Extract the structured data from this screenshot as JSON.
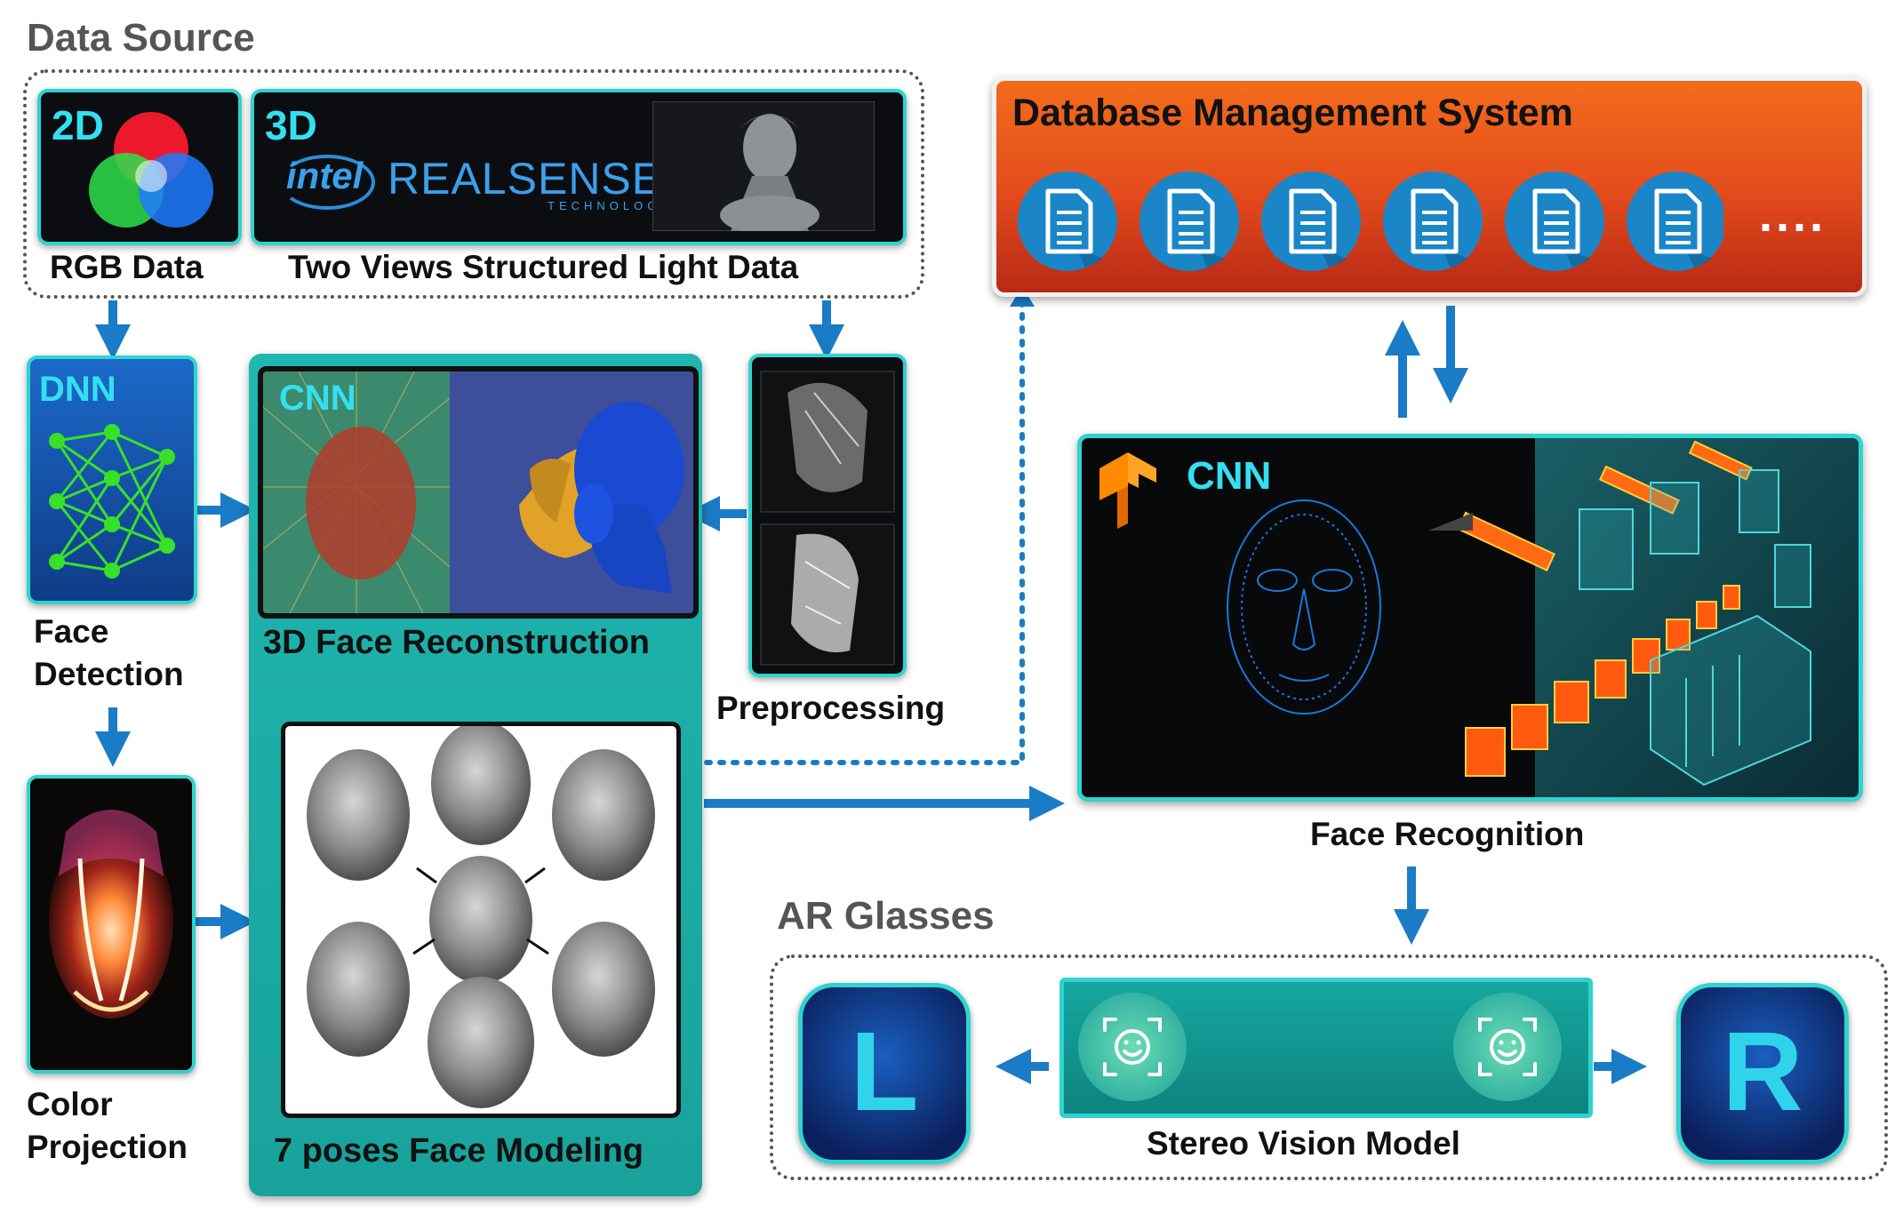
{
  "sections": {
    "data_source": "Data Source",
    "ar_glasses": "AR Glasses"
  },
  "data_source": {
    "tag_2d": "2D",
    "tag_3d": "3D",
    "intel_brand": "intel",
    "realsense_brand": "REALSENSE",
    "realsense_sub": "TECHNOLOGY",
    "rgb_label": "RGB Data",
    "structured_label": "Two Views Structured Light Data"
  },
  "dnn": {
    "tag": "DNN",
    "label_line1": "Face",
    "label_line2": "Detection"
  },
  "color_projection": {
    "label_line1": "Color",
    "label_line2": "Projection"
  },
  "reconstruction": {
    "tag": "CNN",
    "label": "3D Face Reconstruction"
  },
  "modeling": {
    "label": "7 poses Face Modeling"
  },
  "preprocessing": {
    "label": "Preprocessing"
  },
  "database": {
    "title": "Database Management System",
    "more": "....",
    "doc_count": 6
  },
  "recognition": {
    "tag": "CNN",
    "label": "Face Recognition"
  },
  "ar": {
    "left": "L",
    "right": "R",
    "stereo_label": "Stereo Vision Model"
  },
  "colors": {
    "arrow_blue": "#1a7cc6",
    "teal": "#1fb7b0",
    "cyan": "#33e0f0",
    "db_orange": "#f26a1b",
    "db_red": "#c8321a"
  }
}
